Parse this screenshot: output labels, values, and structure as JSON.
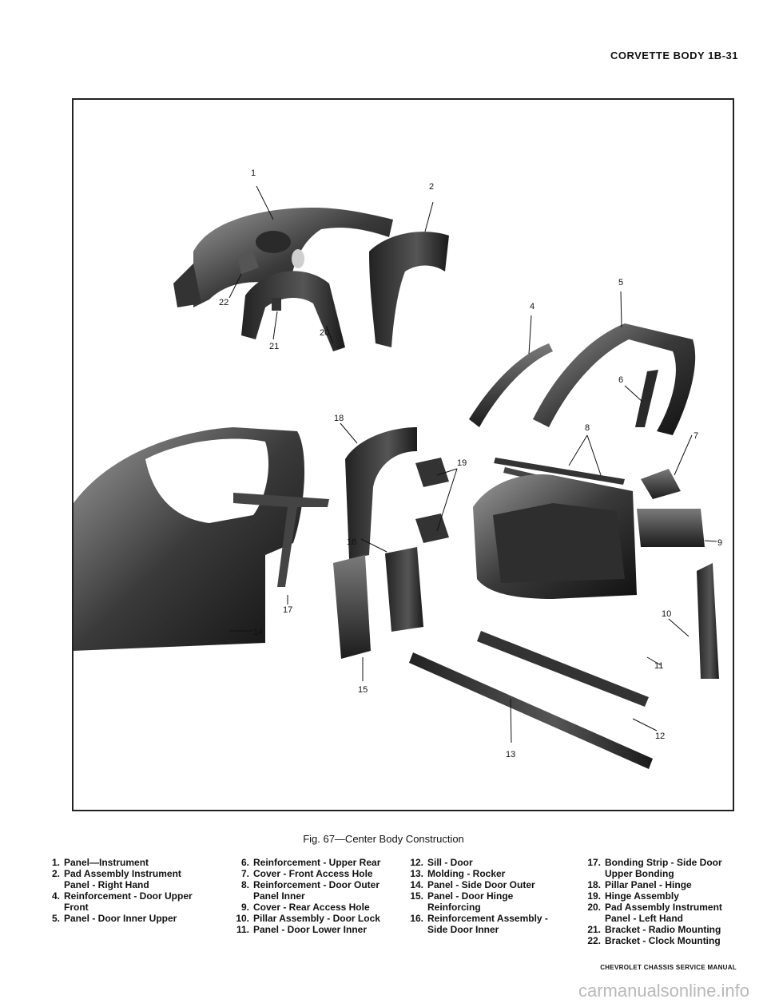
{
  "header": {
    "title": "CORVETTE BODY 1B-31"
  },
  "figure": {
    "caption": "Fig. 67—Center Body Construction",
    "callouts": [
      "1",
      "2",
      "4",
      "5",
      "6",
      "7",
      "8",
      "9",
      "10",
      "11",
      "12",
      "13",
      "14",
      "15",
      "16",
      "17",
      "18",
      "19",
      "20",
      "21",
      "22"
    ]
  },
  "legend": {
    "col1": [
      {
        "num": "1.",
        "text": "Panel—Instrument"
      },
      {
        "num": "2.",
        "text": "Pad Assembly Instrument Panel - Right Hand"
      },
      {
        "num": "4.",
        "text": "Reinforcement - Door Upper Front"
      },
      {
        "num": "5.",
        "text": "Panel - Door Inner Upper"
      }
    ],
    "col2": [
      {
        "num": "6.",
        "text": "Reinforcement - Upper Rear"
      },
      {
        "num": "7.",
        "text": "Cover - Front Access Hole"
      },
      {
        "num": "8.",
        "text": "Reinforcement - Door Outer Panel Inner"
      },
      {
        "num": "9.",
        "text": "Cover - Rear Access Hole"
      },
      {
        "num": "10.",
        "text": "Pillar Assembly - Door Lock"
      },
      {
        "num": "11.",
        "text": "Panel - Door Lower Inner"
      }
    ],
    "col3": [
      {
        "num": "12.",
        "text": "Sill - Door"
      },
      {
        "num": "13.",
        "text": "Molding - Rocker"
      },
      {
        "num": "14.",
        "text": "Panel - Side Door Outer"
      },
      {
        "num": "15.",
        "text": "Panel - Door Hinge Reinforcing"
      },
      {
        "num": "16.",
        "text": "Reinforcement Assembly - Side Door Inner"
      }
    ],
    "col4": [
      {
        "num": "17.",
        "text": "Bonding Strip - Side Door Upper Bonding"
      },
      {
        "num": "18.",
        "text": "Pillar Panel - Hinge"
      },
      {
        "num": "19.",
        "text": "Hinge Assembly"
      },
      {
        "num": "20.",
        "text": "Pad Assembly Instrument Panel - Left Hand"
      },
      {
        "num": "21.",
        "text": "Bracket - Radio Mounting"
      },
      {
        "num": "22.",
        "text": "Bracket - Clock Mounting"
      }
    ]
  },
  "footer": {
    "text": "CHEVROLET CHASSIS SERVICE MANUAL"
  },
  "watermark": {
    "text": "carmanualsonline.info"
  }
}
